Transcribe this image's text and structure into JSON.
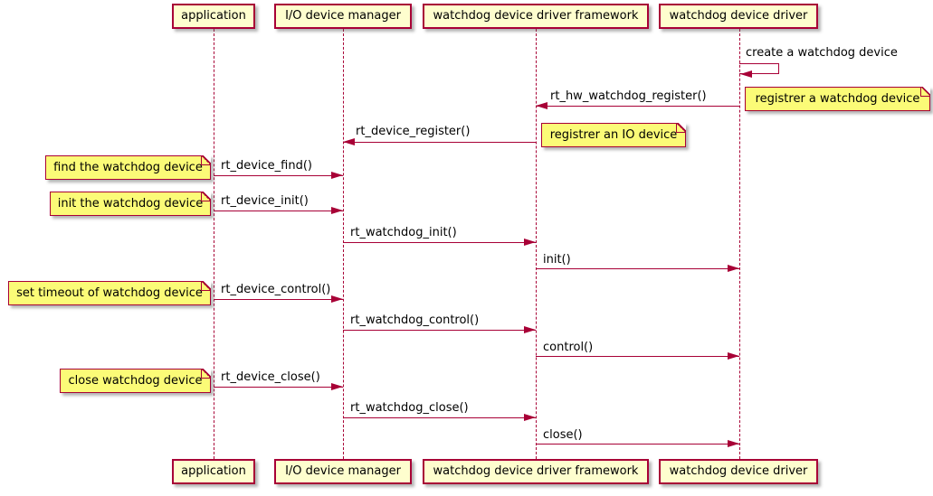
{
  "diagram": {
    "type": "sequence",
    "colors": {
      "participant_fill": "#FEFECE",
      "note_fill": "#FBFB77",
      "border": "#A80036",
      "arrow": "#A80036",
      "lifeline": "#A80036",
      "text": "#000000",
      "background": "#FFFFFF"
    },
    "participants": [
      {
        "name": "application"
      },
      {
        "name": "I/O device manager"
      },
      {
        "name": "watchdog device driver framework"
      },
      {
        "name": "watchdog device driver"
      }
    ],
    "messages": [
      {
        "label": "create a watchdog device",
        "from": "watchdog device driver",
        "to": "watchdog device driver",
        "kind": "self"
      },
      {
        "label": "rt_hw_watchdog_register()",
        "from": "watchdog device driver",
        "to": "watchdog device driver framework",
        "kind": "call"
      },
      {
        "label": "rt_device_register()",
        "from": "watchdog device driver framework",
        "to": "I/O device manager",
        "kind": "call"
      },
      {
        "label": "rt_device_find()",
        "from": "application",
        "to": "I/O device manager",
        "kind": "call"
      },
      {
        "label": "rt_device_init()",
        "from": "application",
        "to": "I/O device manager",
        "kind": "call"
      },
      {
        "label": "rt_watchdog_init()",
        "from": "I/O device manager",
        "to": "watchdog device driver framework",
        "kind": "call"
      },
      {
        "label": "init()",
        "from": "watchdog device driver framework",
        "to": "watchdog device driver",
        "kind": "call"
      },
      {
        "label": "rt_device_control()",
        "from": "application",
        "to": "I/O device manager",
        "kind": "call"
      },
      {
        "label": "rt_watchdog_control()",
        "from": "I/O device manager",
        "to": "watchdog device driver framework",
        "kind": "call"
      },
      {
        "label": "control()",
        "from": "watchdog device driver framework",
        "to": "watchdog device driver",
        "kind": "call"
      },
      {
        "label": "rt_device_close()",
        "from": "application",
        "to": "I/O device manager",
        "kind": "call"
      },
      {
        "label": "rt_watchdog_close()",
        "from": "I/O device manager",
        "to": "watchdog device driver framework",
        "kind": "call"
      },
      {
        "label": "close()",
        "from": "watchdog device driver framework",
        "to": "watchdog device driver",
        "kind": "call"
      }
    ],
    "notes": [
      {
        "text": "registrer a watchdog device",
        "position": "right of watchdog device driver"
      },
      {
        "text": "registrer an IO device",
        "position": "right of watchdog device driver framework"
      },
      {
        "text": "find the watchdog device",
        "position": "left of application"
      },
      {
        "text": "init the watchdog device",
        "position": "left of application"
      },
      {
        "text": "set timeout of watchdog device",
        "position": "left of application"
      },
      {
        "text": "close watchdog device",
        "position": "left of application"
      }
    ]
  }
}
